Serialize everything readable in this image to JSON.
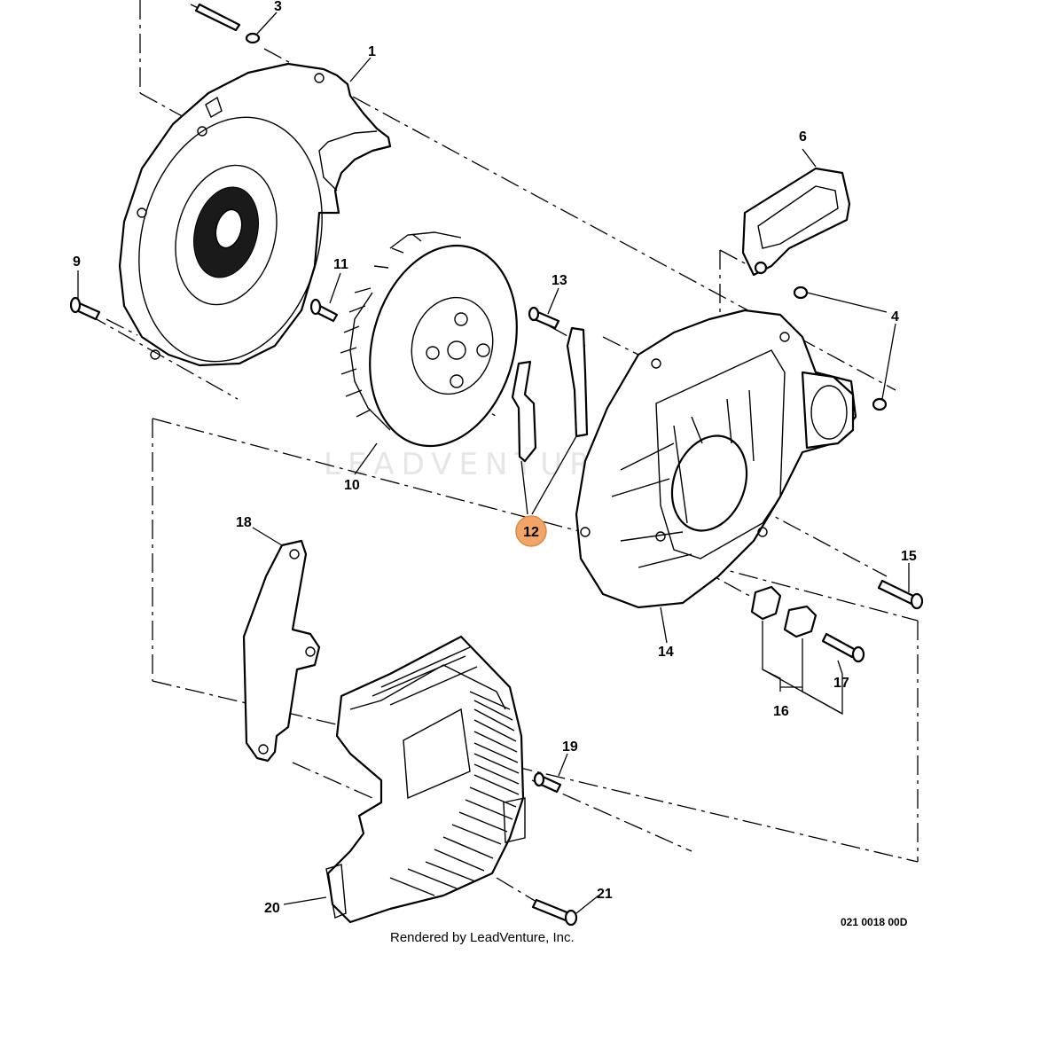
{
  "callouts": {
    "p1": "1",
    "p3": "3",
    "p4": "4",
    "p6": "6",
    "p9": "9",
    "p10": "10",
    "p11": "11",
    "p12": "12",
    "p13": "13",
    "p14": "14",
    "p15": "15",
    "p16": "16",
    "p17": "17",
    "p18": "18",
    "p19": "19",
    "p20": "20",
    "p21": "21"
  },
  "highlighted_callout": "12",
  "highlight_color": "#f2a566",
  "watermark": "LEADVENTURE",
  "credit": "Rendered by LeadVenture, Inc.",
  "diagram_code": "021 0018 00D"
}
